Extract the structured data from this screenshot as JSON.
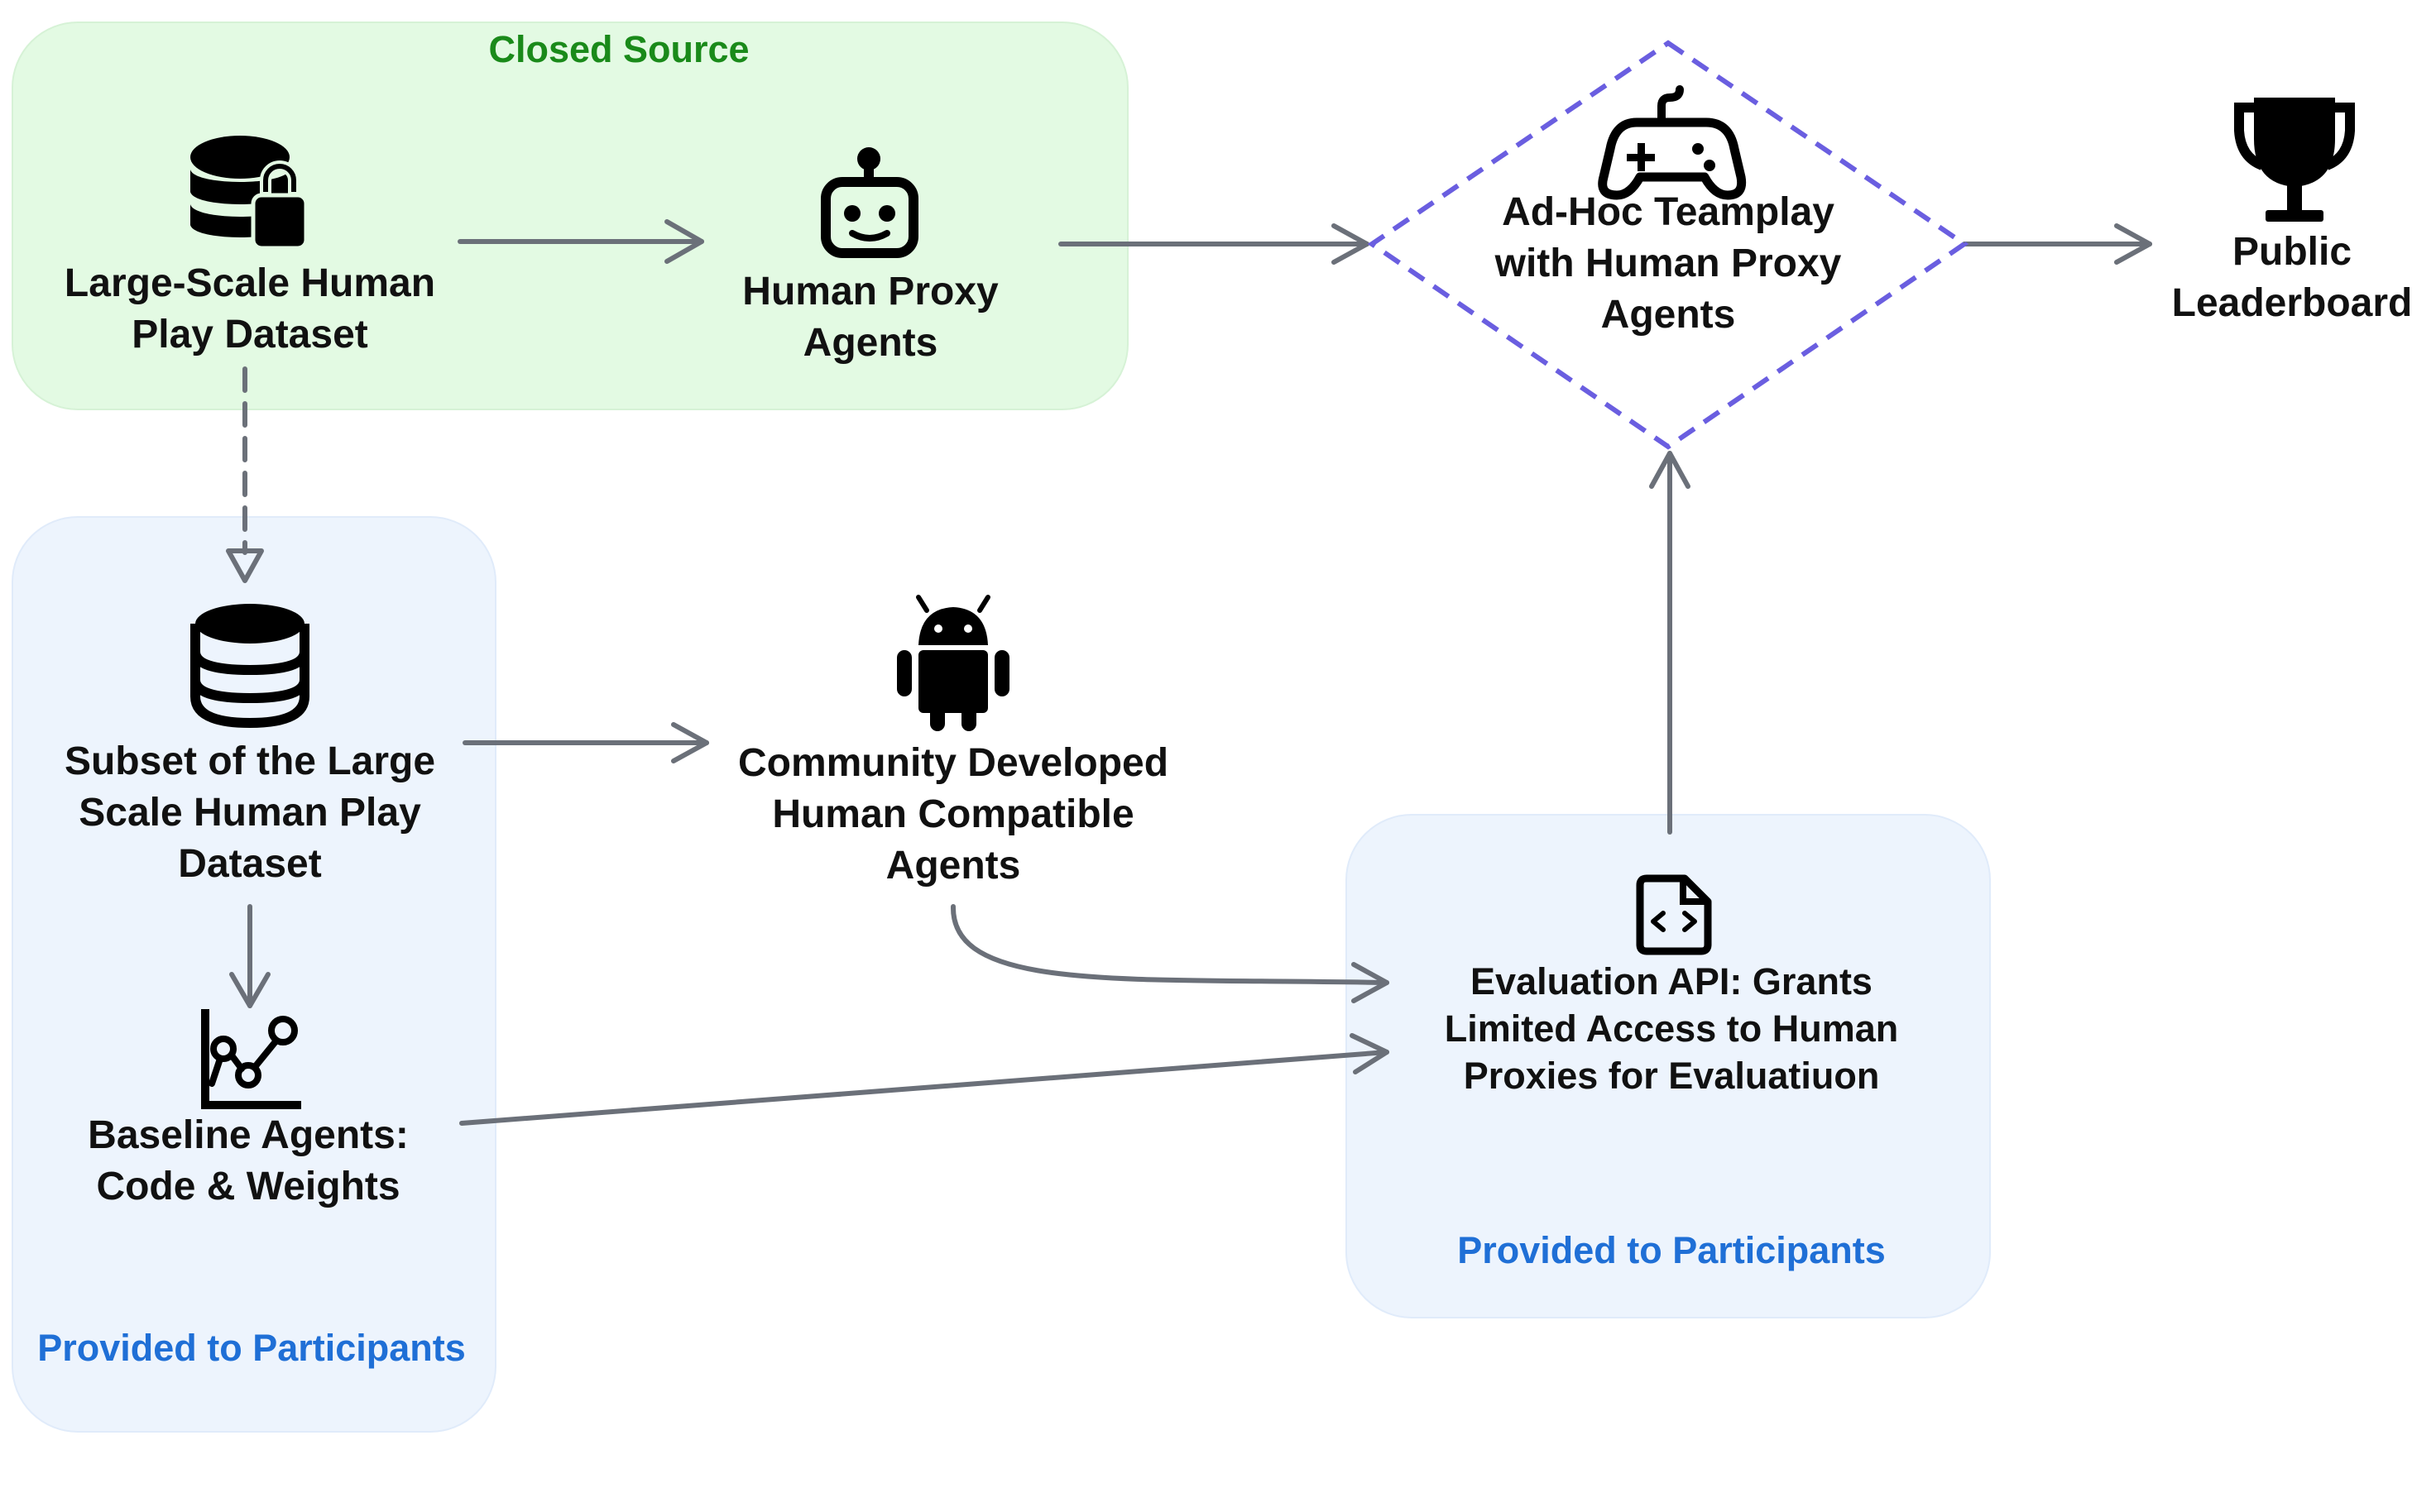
{
  "regions": {
    "closed_source": {
      "label": "Closed Source",
      "color": "#1a8a1a",
      "fill": "#e3fae3"
    },
    "provided_left": {
      "label": "Provided to Participants",
      "color": "#1f6fd6",
      "fill": "#edf4fd"
    },
    "provided_right": {
      "label": "Provided to Participants",
      "color": "#1f6fd6",
      "fill": "#edf4fd"
    }
  },
  "nodes": {
    "large_dataset": {
      "lines": [
        "Large-Scale Human",
        "Play Dataset"
      ],
      "icon": "database-lock-icon"
    },
    "human_proxy": {
      "lines": [
        "Human Proxy",
        "Agents"
      ],
      "icon": "robot-icon"
    },
    "adhoc": {
      "lines": [
        "Ad-Hoc Teamplay",
        "with Human Proxy",
        "Agents"
      ],
      "icon": "gamepad-icon"
    },
    "leaderboard": {
      "lines": [
        "Public",
        "Leaderboard"
      ],
      "icon": "trophy-icon"
    },
    "subset": {
      "lines": [
        "Subset of the Large",
        "Scale Human Play",
        "Dataset"
      ],
      "icon": "database-icon"
    },
    "community": {
      "lines": [
        "Community Developed",
        "Human Compatible",
        "Agents"
      ],
      "icon": "android-icon"
    },
    "baseline": {
      "lines": [
        "Baseline Agents:",
        "Code & Weights"
      ],
      "icon": "chart-icon"
    },
    "eval_api": {
      "lines": [
        "Evaluation API: Grants",
        "Limited Access to Human",
        "Proxies for Evaluatiuon"
      ],
      "icon": "code-file-icon"
    }
  },
  "colors": {
    "arrow": "#6b7079",
    "diamond": "#6a5ee0",
    "text": "#111111"
  }
}
